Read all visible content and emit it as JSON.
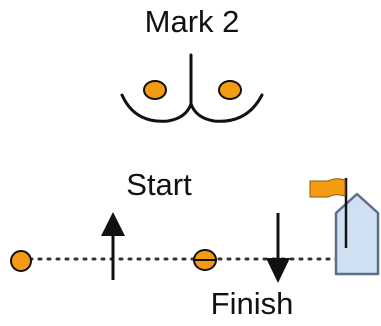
{
  "diagram": {
    "title": "Mark 2",
    "start_label": "Start",
    "finish_label": "Finish"
  },
  "colors": {
    "mark_fill": "#f39c12",
    "outline": "#111111",
    "boat_fill": "#cfe0f2",
    "boat_outline": "#5b6f86",
    "flag": "#f39c12",
    "line": "#333333"
  }
}
